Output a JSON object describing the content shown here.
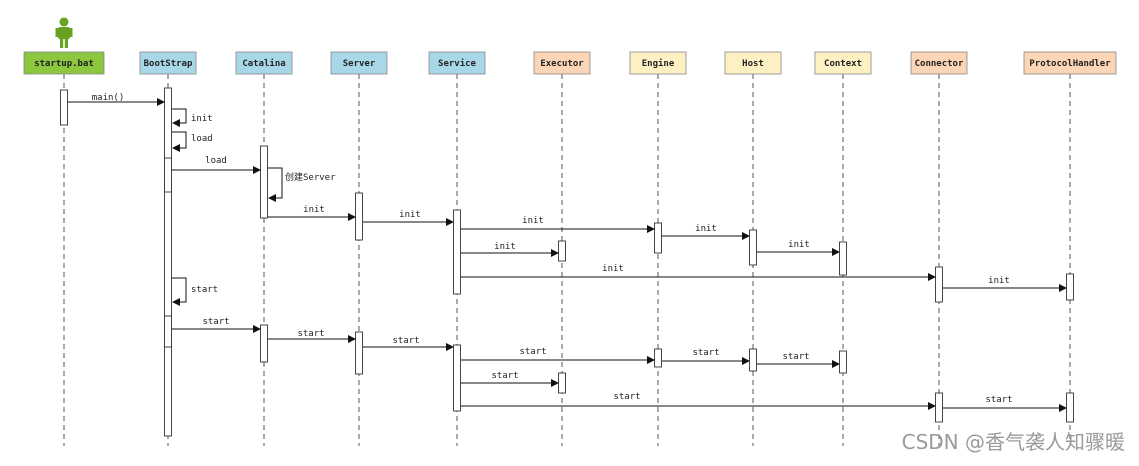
{
  "participants": [
    {
      "id": "startup",
      "label": "startup.bat",
      "color": "#8dc63f"
    },
    {
      "id": "bootstrap",
      "label": "BootStrap",
      "color": "#a8d8e8"
    },
    {
      "id": "catalina",
      "label": "Catalina",
      "color": "#a8d8e8"
    },
    {
      "id": "server",
      "label": "Server",
      "color": "#a8d8e8"
    },
    {
      "id": "service",
      "label": "Service",
      "color": "#a8d8e8"
    },
    {
      "id": "executor",
      "label": "Executor",
      "color": "#fbd5b5"
    },
    {
      "id": "engine",
      "label": "Engine",
      "color": "#fdf1c4"
    },
    {
      "id": "host",
      "label": "Host",
      "color": "#fdf1c4"
    },
    {
      "id": "context",
      "label": "Context",
      "color": "#fdf1c4"
    },
    {
      "id": "connector",
      "label": "Connector",
      "color": "#fbd5b5"
    },
    {
      "id": "protocolhandler",
      "label": "ProtocolHandler",
      "color": "#fbd5b5"
    }
  ],
  "messages": [
    {
      "from": "startup",
      "to": "bootstrap",
      "label": "main()"
    },
    {
      "from": "bootstrap",
      "to": "bootstrap",
      "label": "init"
    },
    {
      "from": "bootstrap",
      "to": "bootstrap",
      "label": "load"
    },
    {
      "from": "bootstrap",
      "to": "catalina",
      "label": "load"
    },
    {
      "from": "catalina",
      "to": "catalina",
      "label": "创建Server"
    },
    {
      "from": "catalina",
      "to": "server",
      "label": "init"
    },
    {
      "from": "server",
      "to": "service",
      "label": "init"
    },
    {
      "from": "service",
      "to": "engine",
      "label": "init"
    },
    {
      "from": "engine",
      "to": "host",
      "label": "init"
    },
    {
      "from": "service",
      "to": "executor",
      "label": "init"
    },
    {
      "from": "host",
      "to": "context",
      "label": "init"
    },
    {
      "from": "service",
      "to": "connector",
      "label": "init"
    },
    {
      "from": "connector",
      "to": "protocolhandler",
      "label": "init"
    },
    {
      "from": "bootstrap",
      "to": "bootstrap",
      "label": "start"
    },
    {
      "from": "bootstrap",
      "to": "catalina",
      "label": "start"
    },
    {
      "from": "catalina",
      "to": "server",
      "label": "start"
    },
    {
      "from": "server",
      "to": "service",
      "label": "start"
    },
    {
      "from": "service",
      "to": "engine",
      "label": "start"
    },
    {
      "from": "engine",
      "to": "host",
      "label": "start"
    },
    {
      "from": "host",
      "to": "context",
      "label": "start"
    },
    {
      "from": "service",
      "to": "executor",
      "label": "start"
    },
    {
      "from": "service",
      "to": "connector",
      "label": "start"
    },
    {
      "from": "connector",
      "to": "protocolhandler",
      "label": "start"
    }
  ],
  "watermark": "CSDN @香气袭人知骤暖"
}
